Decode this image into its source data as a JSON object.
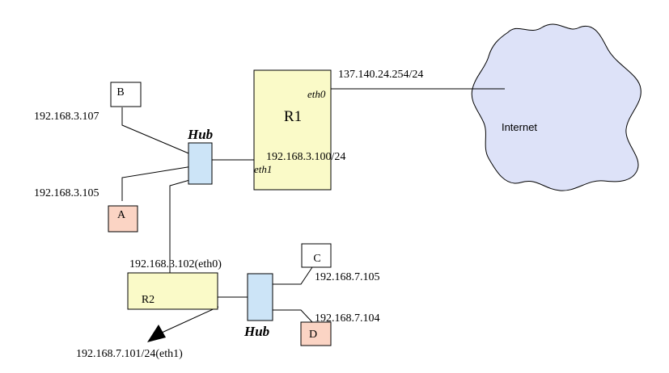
{
  "nodes": {
    "host_b": {
      "label": "B",
      "ip": "192.168.3.107"
    },
    "host_a": {
      "label": "A",
      "ip": "192.168.3.105"
    },
    "host_c": {
      "label": "C",
      "ip": "192.168.7.105"
    },
    "host_d": {
      "label": "D",
      "ip": "192.168.7.104"
    },
    "hub1": {
      "label": "Hub"
    },
    "hub2": {
      "label": "Hub"
    },
    "router_r1": {
      "label": "R1",
      "eth0_label": "eth0",
      "eth0_ip": "137.140.24.254/24",
      "eth1_label": "eth1",
      "eth1_ip": "192.168.3.100/24"
    },
    "router_r2": {
      "label": "R2",
      "eth0_ip": "192.168.3.102(eth0)",
      "eth1_ip": "192.168.7.101/24(eth1)"
    },
    "internet": {
      "label": "Internet"
    }
  },
  "colors": {
    "router_fill": "#fafac8",
    "hub_fill": "#cce4f7",
    "host_highlight_fill": "#fbd4c4",
    "host_plain_fill": "#ffffff",
    "cloud_fill": "#dde2f8"
  }
}
